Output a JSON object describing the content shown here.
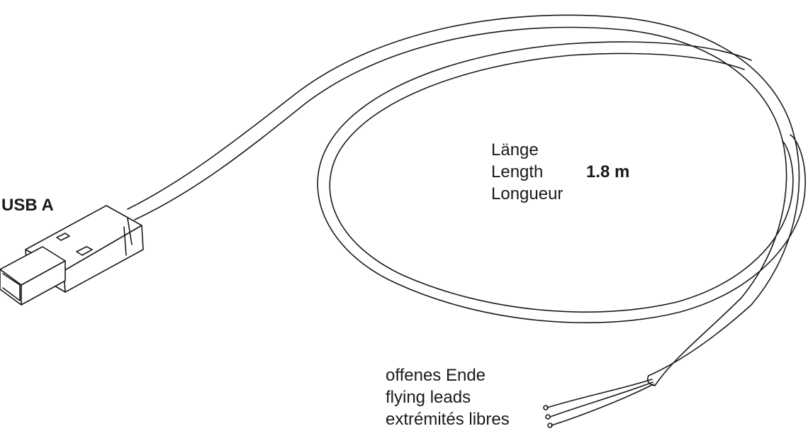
{
  "connector": {
    "label": "USB A"
  },
  "length": {
    "lines": [
      "Länge",
      "Length",
      "Longueur"
    ],
    "value": "1.8 m"
  },
  "cable_end": {
    "lines": [
      "offenes Ende",
      "flying leads",
      "extrémités libres"
    ]
  },
  "colors": {
    "line": "#1a1a1a",
    "background": "#ffffff"
  }
}
